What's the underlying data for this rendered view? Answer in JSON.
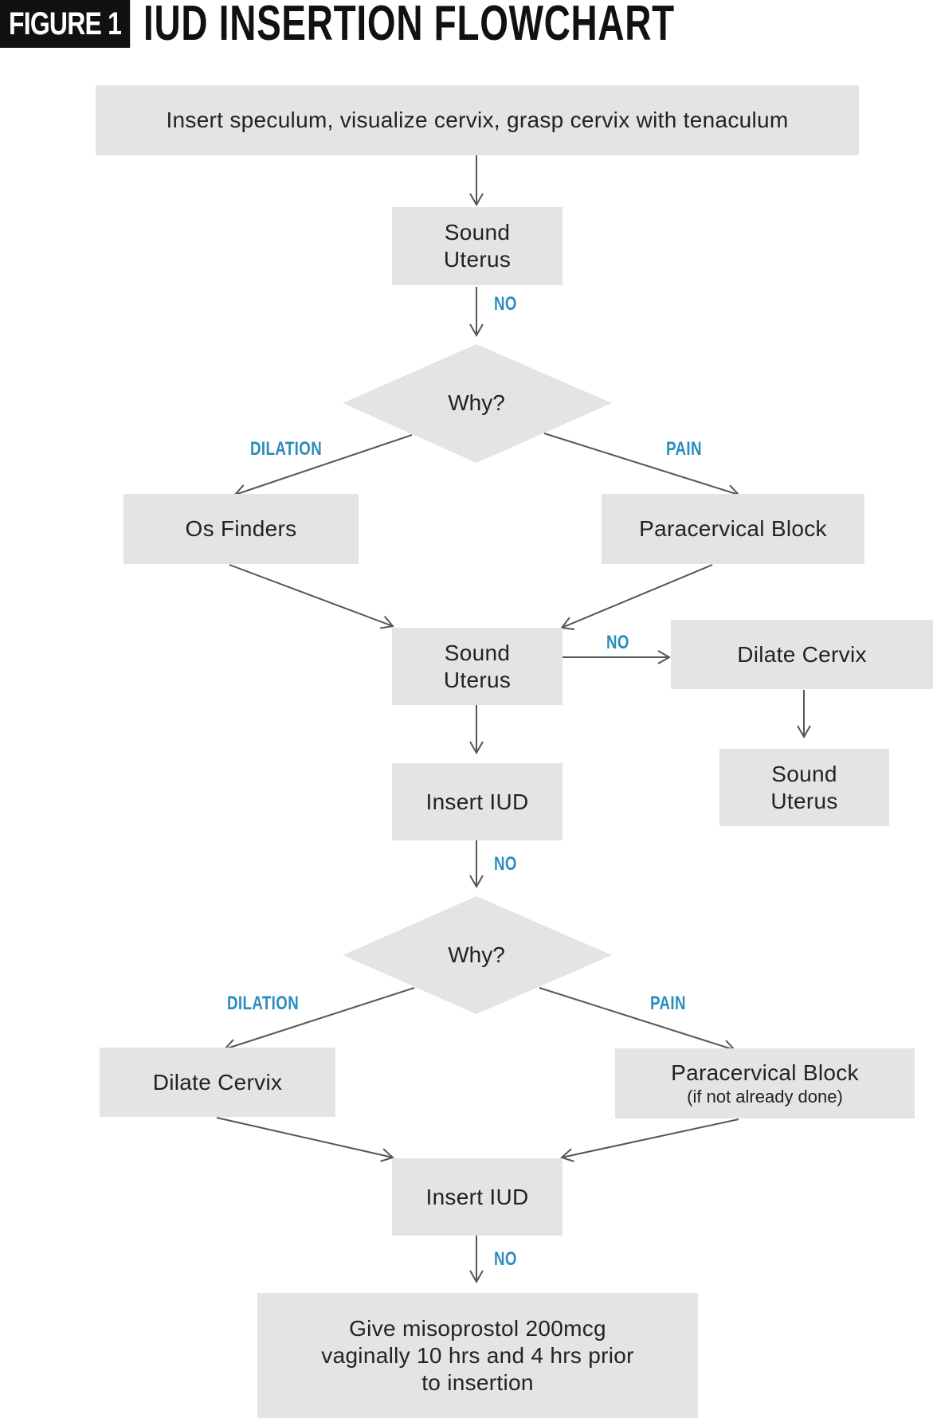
{
  "header": {
    "figure_label": "FIGURE 1",
    "title": "IUD INSERTION FLOWCHART"
  },
  "nodes": {
    "start": "Insert speculum, visualize cervix, grasp cervix with tenaculum",
    "sound_1": [
      "Sound",
      "Uterus"
    ],
    "why_1": "Why?",
    "os_finders": "Os Finders",
    "paracervical_1": "Paracervical Block",
    "sound_2": [
      "Sound",
      "Uterus"
    ],
    "dilate_1": "Dilate Cervix",
    "sound_3": [
      "Sound",
      "Uterus"
    ],
    "insert_1": "Insert IUD",
    "why_2": "Why?",
    "dilate_2": "Dilate Cervix",
    "paracervical_2": "Paracervical Block",
    "paracervical_2_note": "(if not already done)",
    "insert_2": "Insert IUD",
    "final": [
      "Give misoprostol 200mcg",
      "vaginally 10 hrs and 4 hrs prior",
      "to insertion"
    ]
  },
  "edge_labels": {
    "no_1": "NO",
    "dilation_1": "DILATION",
    "pain_1": "PAIN",
    "no_2": "NO",
    "no_3": "NO",
    "dilation_2": "DILATION",
    "pain_2": "PAIN",
    "no_4": "NO"
  },
  "colors": {
    "box_fill": "#e3e4e5",
    "text": "#222222",
    "label_blue": "#2a8cbf",
    "header_black": "#111111",
    "line": "#555555"
  }
}
